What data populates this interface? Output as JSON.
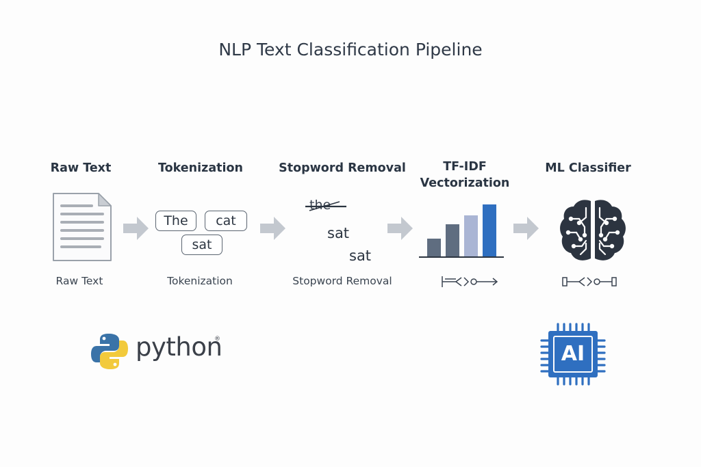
{
  "title": "NLP Text Classification Pipeline",
  "stages": [
    {
      "title": "Raw Text",
      "caption": "Raw Text"
    },
    {
      "title": "Tokenization",
      "caption": "Tokenization"
    },
    {
      "title": "Stopword Removal",
      "caption": "Stopword Removal"
    },
    {
      "title_line1": "TF-IDF",
      "title_line2": "Vectorization"
    },
    {
      "title": "ML Classifier"
    }
  ],
  "tokens": [
    "The",
    "cat",
    "sat"
  ],
  "stopword": {
    "removed": "the",
    "kept": [
      "sat",
      "sat"
    ]
  },
  "tfidf_bars": [
    0.33,
    0.6,
    0.78,
    1.0
  ],
  "logos": {
    "python": "python",
    "python_mark": "®",
    "ai_chip": "AI"
  },
  "icons": [
    "document-icon",
    "arrow-icon",
    "bar-chart-icon",
    "brain-circuit-icon",
    "python-logo-icon",
    "ai-chip-icon"
  ],
  "colors": {
    "arrow": "#c3c8cf",
    "bar_dark": "#5f6d80",
    "bar_light": "#aab5d4",
    "bar_blue": "#2f6fc0",
    "chip": "#2f6fc0",
    "brain": "#2c3440"
  }
}
